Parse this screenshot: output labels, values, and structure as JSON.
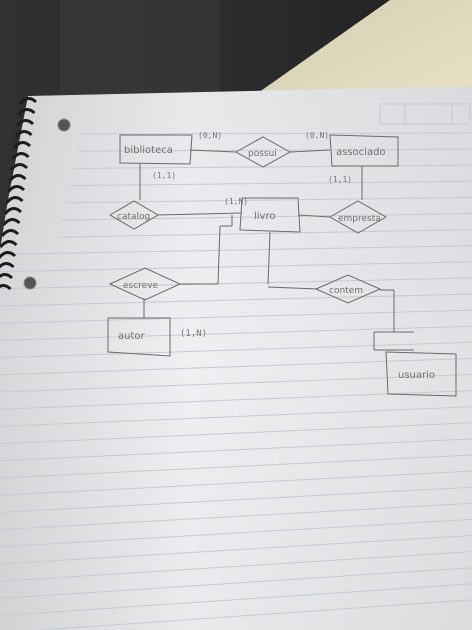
{
  "photo": {
    "subject": "hand-drawn entity-relationship diagram on lined notebook paper",
    "colors": {
      "paper": "#eceef0",
      "ruled_line": "#c2c9d2",
      "pencil": "#6a6a6a",
      "background_dark": "#2e2f30",
      "background_light": "#d9d3b5"
    }
  },
  "diagram": {
    "entities": [
      {
        "id": "e1",
        "text": "biblioteca"
      },
      {
        "id": "e2",
        "text": "associado"
      },
      {
        "id": "e3",
        "text": "livro"
      },
      {
        "id": "e4",
        "text": "autor"
      },
      {
        "id": "e5",
        "text": "usuario"
      }
    ],
    "relationships": [
      {
        "id": "r1",
        "text": "possui"
      },
      {
        "id": "r2",
        "text": "catalog"
      },
      {
        "id": "r3",
        "text": "empresta"
      },
      {
        "id": "r4",
        "text": "escreve"
      },
      {
        "id": "r5",
        "text": "contem"
      }
    ],
    "cardinalities": [
      {
        "id": "c1",
        "text": "(0,N)"
      },
      {
        "id": "c2",
        "text": "(0,N)"
      },
      {
        "id": "c3",
        "text": "(1,1)"
      },
      {
        "id": "c4",
        "text": "(1,1)"
      },
      {
        "id": "c5",
        "text": "(1,N)"
      },
      {
        "id": "c6",
        "text": "(1,N)"
      }
    ]
  }
}
